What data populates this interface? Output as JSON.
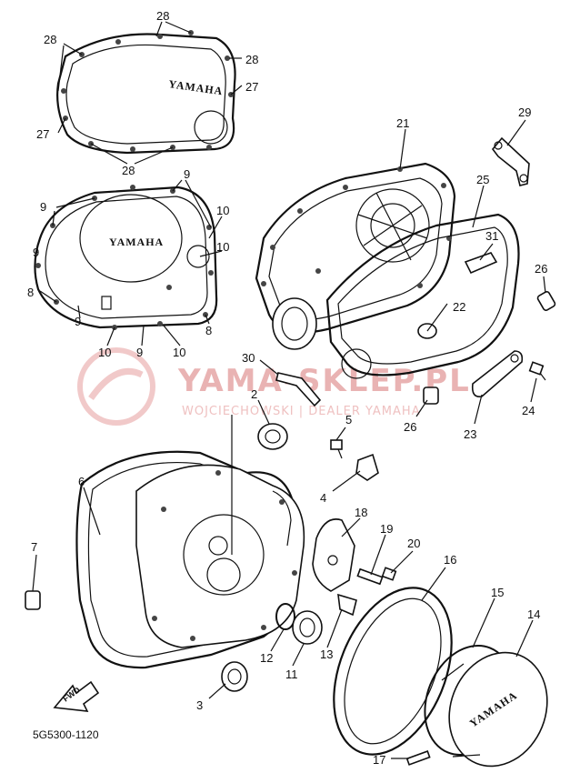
{
  "diagram": {
    "part_code": "5G5300-1120",
    "fwd_label": "FWD",
    "brand_marks": [
      "YAMAHA",
      "YAMAHA",
      "YAMAHA"
    ],
    "watermark": {
      "name": "YAMA-SKLEP.PL",
      "dealer": "WOJCIECHOWSKI | DEALER YAMAHA",
      "logo_color": "#d84a4a"
    },
    "callouts": [
      "28",
      "28",
      "28",
      "27",
      "27",
      "28",
      "9",
      "9",
      "9",
      "10",
      "10",
      "8",
      "9",
      "10",
      "9",
      "10",
      "8",
      "21",
      "29",
      "25",
      "31",
      "22",
      "26",
      "30",
      "2",
      "26",
      "23",
      "24",
      "5",
      "4",
      "6",
      "7",
      "18",
      "19",
      "20",
      "16",
      "15",
      "14",
      "12",
      "11",
      "13",
      "3",
      "17"
    ],
    "colors": {
      "line": "#111111",
      "background": "#ffffff"
    }
  }
}
